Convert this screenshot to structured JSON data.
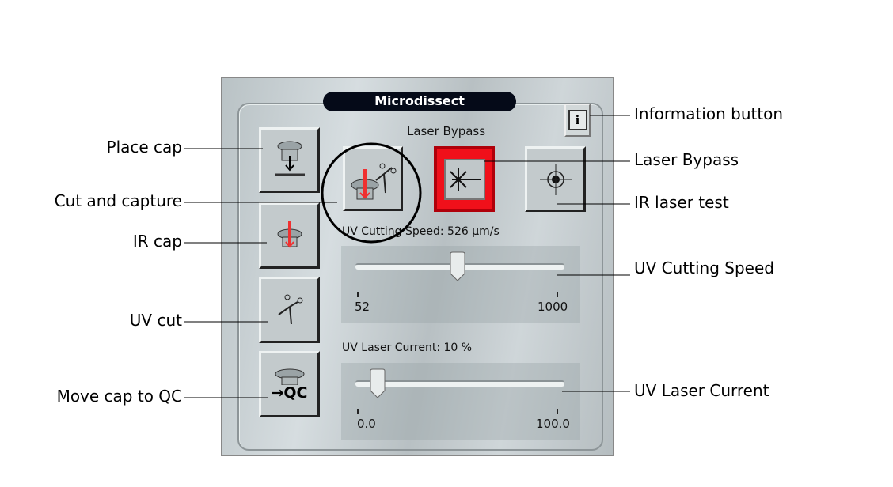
{
  "panel": {
    "title": "Microdissect",
    "laser_bypass_label": "Laser Bypass",
    "uv_speed": {
      "label": "UV Cutting Speed: 526 µm/s",
      "min": "52",
      "max": "1000",
      "value": 526,
      "min_value": 52,
      "max_value": 1000
    },
    "uv_current": {
      "label": "UV Laser Current: 10 %",
      "min": "0.0",
      "max": "100.0",
      "value": 10,
      "min_value": 0,
      "max_value": 100
    },
    "info_glyph": "i",
    "qc_glyph": "→QC"
  },
  "callouts": {
    "place_cap": "Place cap",
    "cut_capture": "Cut and capture",
    "ir_cap": "IR cap",
    "uv_cut": "UV cut",
    "move_qc": "Move cap to QC",
    "info": "Information button",
    "laser_bypass": "Laser Bypass",
    "ir_test": "IR laser test",
    "uv_speed": "UV Cutting Speed",
    "uv_current": "UV Laser Current"
  },
  "colors": {
    "bypass_active": "#f0101a",
    "title_bg": "#050a18"
  }
}
